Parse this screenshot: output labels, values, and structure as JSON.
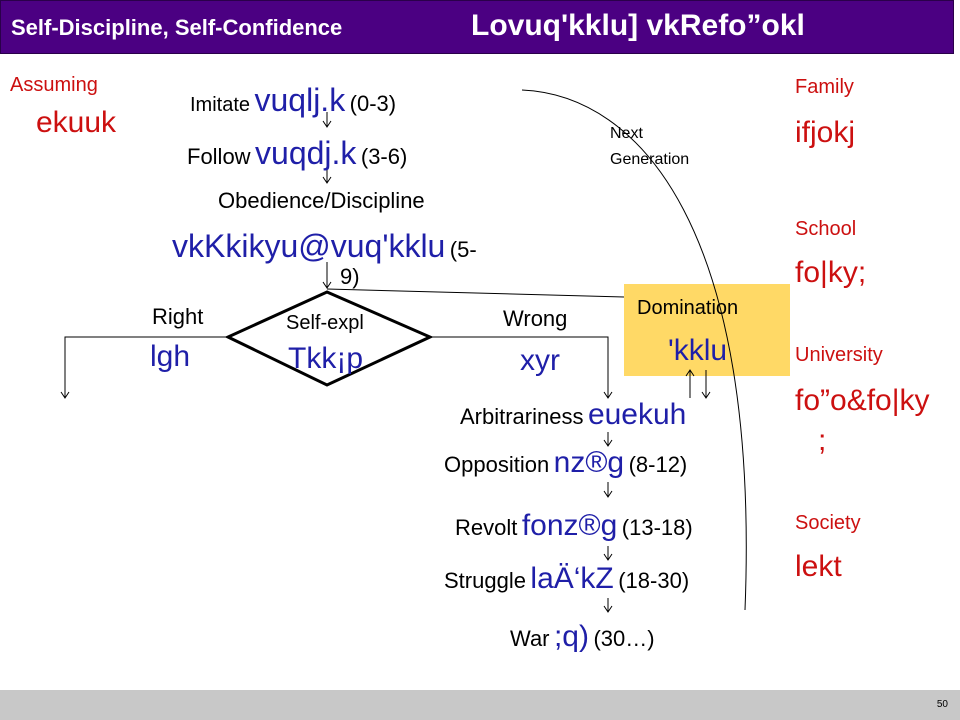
{
  "slide": {
    "title_en": "Self-Discipline, Self-Confidence",
    "title_hi": "Lovuq'kklu] vkRefo”okl",
    "page_number": "50"
  },
  "left_column": {
    "assuming_en": "Assuming",
    "assuming_hi": "ekuuk"
  },
  "flow": {
    "imitate_en": "Imitate",
    "imitate_hi": "vuqlj.k",
    "imitate_age": "(0-3)",
    "follow_en": "Follow",
    "follow_hi": "vuqdj.k",
    "follow_age": "(3-6)",
    "obedience_en": "Obedience/Discipline",
    "obedience_hi": "vkKkikyu@vuq'kklu",
    "obedience_age_a": "(5-",
    "obedience_age_b": "9)",
    "decision_en": "Self-expl",
    "decision_hi": "Tkk¡p",
    "right_en": "Right",
    "right_hi": "lgh",
    "wrong_en": "Wrong",
    "wrong_hi": "xyr",
    "domination_en": "Domination",
    "domination_hi": "'kklu",
    "arbitrariness_en": "Arbitrariness",
    "arbitrariness_hi": "euekuh",
    "opposition_en": "Opposition",
    "opposition_hi": "nz®g",
    "opposition_age": "(8-12)",
    "revolt_en": "Revolt",
    "revolt_hi": "fonz®g",
    "revolt_age": "(13-18)",
    "struggle_en": "Struggle",
    "struggle_hi": "laÄ‘kZ",
    "struggle_age": "(18-30)",
    "war_en": "War",
    "war_hi": ";q)",
    "war_age": "(30…)",
    "next_generation_a": "Next",
    "next_generation_b": "Generation"
  },
  "right_column": {
    "family_en": "Family",
    "family_hi": "ifjokj",
    "school_en": "School",
    "school_hi": "fo|ky;",
    "university_en": "University",
    "university_hi_a": "fo”o&fo|ky",
    "university_hi_b": ";",
    "society_en": "Society",
    "society_hi": "lekt"
  },
  "colors": {
    "title_bar": "#4b0082",
    "red_text": "#cc1010",
    "blue_text": "#1f1fa8",
    "domination_fill": "#ffd966",
    "footer": "#c8c8c8"
  }
}
